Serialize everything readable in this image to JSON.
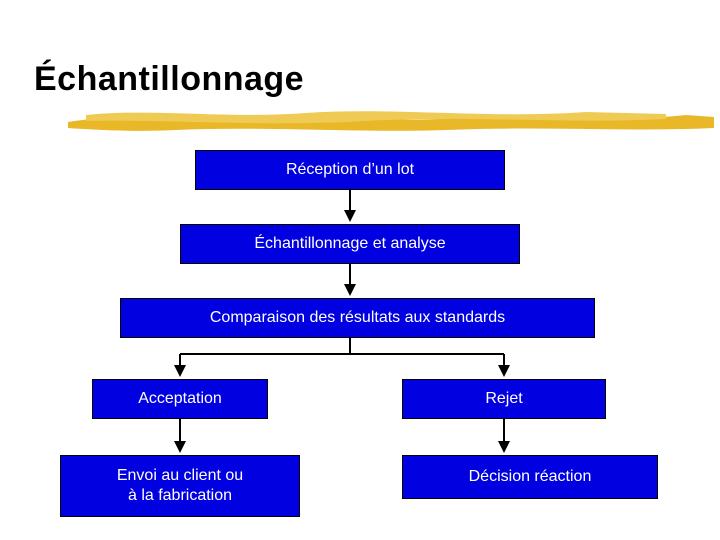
{
  "slide": {
    "title": "Échantillonnage",
    "accent_color": "#E8B828",
    "box_fill": "#0000E0",
    "box_text_color": "#FFFFFF",
    "background": "#FFFFFF"
  },
  "flow": {
    "nodes": [
      {
        "id": "reception",
        "label": "Réception d’un lot"
      },
      {
        "id": "echantillonnage",
        "label": "Échantillonnage et analyse"
      },
      {
        "id": "comparaison",
        "label": "Comparaison des résultats aux standards"
      },
      {
        "id": "acceptation",
        "label": "Acceptation"
      },
      {
        "id": "rejet",
        "label": "Rejet"
      },
      {
        "id": "envoi_line1",
        "label": "Envoi au client ou"
      },
      {
        "id": "envoi_line2",
        "label": "à la fabrication"
      },
      {
        "id": "decision",
        "label": "Décision réaction"
      }
    ]
  }
}
